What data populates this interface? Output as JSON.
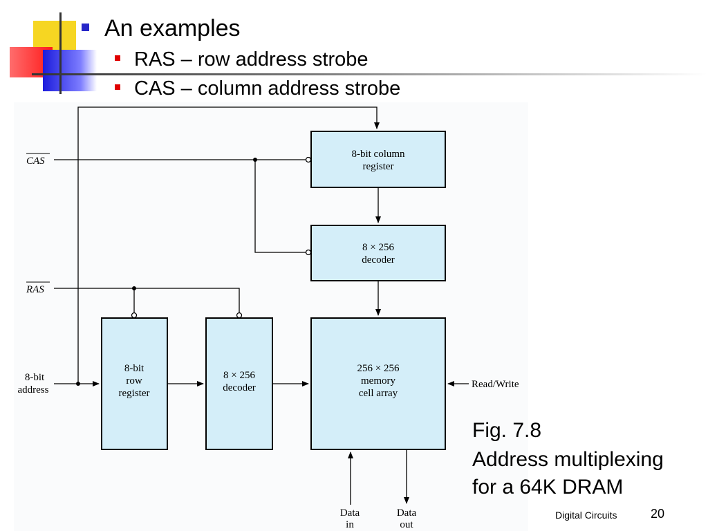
{
  "slide": {
    "heading": "An examples",
    "bullets": [
      "RAS – row address strobe",
      "CAS – column address strobe"
    ]
  },
  "diagram": {
    "signals": {
      "cas": "CAS",
      "ras": "RAS",
      "address_line1": "8-bit",
      "address_line2": "address",
      "read_write": "Read/Write",
      "data_in_line1": "Data",
      "data_in_line2": "in",
      "data_out_line1": "Data",
      "data_out_line2": "out"
    },
    "blocks": {
      "column_register": [
        "8-bit column",
        "register"
      ],
      "column_decoder": [
        "8 × 256",
        "decoder"
      ],
      "row_register": [
        "8-bit",
        "row",
        "register"
      ],
      "row_decoder": [
        "8 × 256",
        "decoder"
      ],
      "memory_array": [
        "256 × 256",
        "memory",
        "cell array"
      ]
    },
    "block_fill_color": "#d4eef9"
  },
  "caption": {
    "line1": "Fig. 7.8",
    "line2": "Address multiplexing",
    "line3": "for a 64K DRAM"
  },
  "footer": {
    "label": "Digital Circuits",
    "page": "20"
  },
  "colors": {
    "bullet_level1": "#2727c8",
    "bullet_level2": "#e00000",
    "accent_yellow": "#f5d10a",
    "accent_red": "#ff1a1a",
    "accent_blue": "#1b1bdc"
  }
}
